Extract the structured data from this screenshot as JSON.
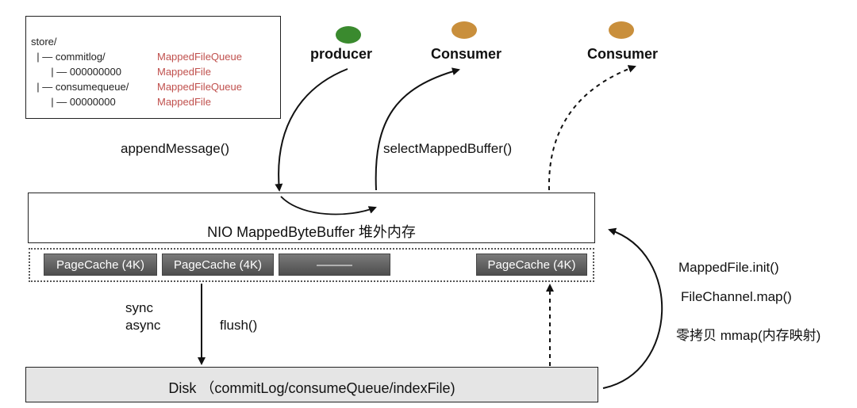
{
  "store_tree": {
    "lines": [
      {
        "text": "store/",
        "class": ""
      },
      {
        "text": "  | — commitlog/",
        "class": "MappedFileQueue"
      },
      {
        "text": "       | — 000000000",
        "class": "MappedFile"
      },
      {
        "text": "  | — consumequeue/",
        "class": "MappedFileQueue"
      },
      {
        "text": "       | — 00000000",
        "class": "MappedFile"
      }
    ],
    "class_color": "#c0504d"
  },
  "actors": {
    "producer": {
      "label": "producer",
      "color": "#3a8a2e"
    },
    "consumer1": {
      "label": "Consumer",
      "color": "#c98f3c"
    },
    "consumer2": {
      "label": "Consumer",
      "color": "#c98f3c"
    }
  },
  "calls": {
    "append": "appendMessage()",
    "select": "selectMappedBuffer()"
  },
  "nio": {
    "label": "NIO MappedByteBuffer  堆外内存"
  },
  "pagecache": {
    "items": [
      "PageCache (4K)",
      "PageCache (4K)",
      "———",
      "PageCache (4K)"
    ]
  },
  "flush": {
    "sync": "sync",
    "async": "async",
    "flush": "flush()"
  },
  "mapping": {
    "init": "MappedFile.init()",
    "map": "FileChannel.map()",
    "mmap": "零拷贝 mmap(内存映射)"
  },
  "disk": {
    "label": "Disk （commitLog/consumeQueue/indexFile)"
  }
}
